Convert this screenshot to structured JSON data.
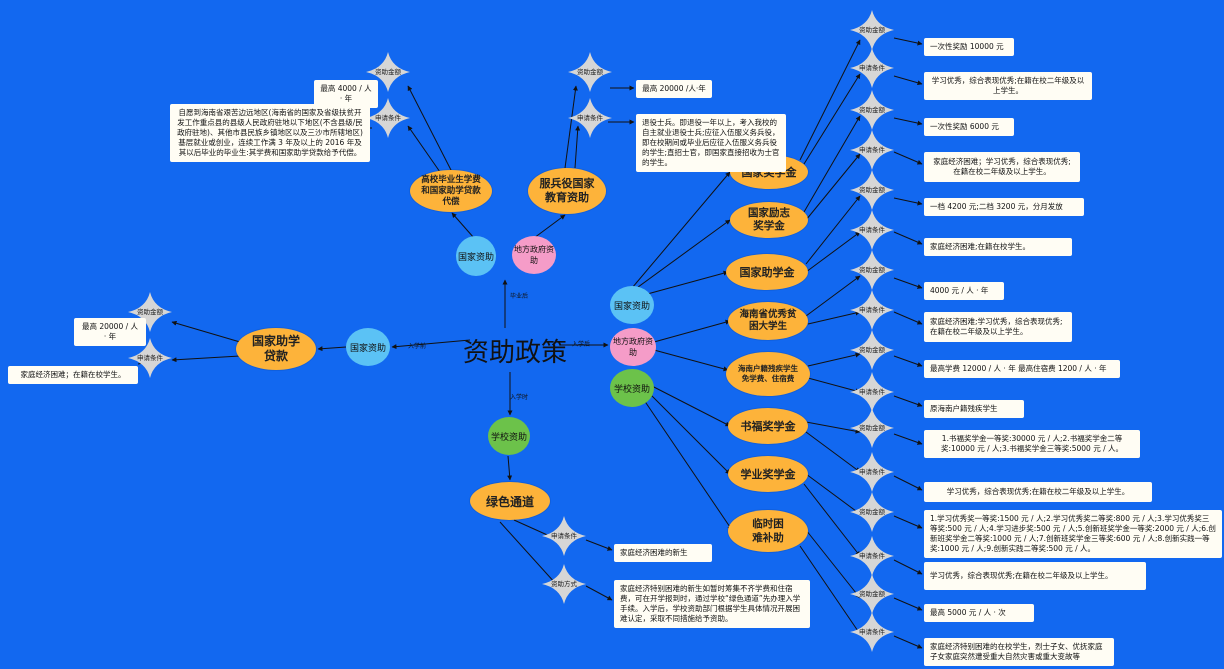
{
  "center": "资助政策",
  "edge_labels": {
    "e1": "毕业后",
    "e2": "入学前",
    "e3": "入学时",
    "e4": "入学后"
  },
  "categories": {
    "guojia_top": "国家资助",
    "difang_top": "地方政府资助",
    "guojia_left": "国家资助",
    "xuexiao_bottom": "学校资助",
    "guojia_right": "国家资助",
    "difang_right": "地方政府资助",
    "xuexiao_right": "学校资助"
  },
  "programs": {
    "gaoxiao": "高校毕业生学费和国家助学贷款代偿",
    "fubing": "服兵役国家教育资助",
    "daikuan": "国家助学贷款",
    "lvse": "绿色通道",
    "jiangxue": "国家奖学金",
    "lizhi": "国家励志奖学金",
    "zhuxue": "国家助学金",
    "hainan": "海南省优秀贫困大学生",
    "canji": "海南户籍残疾学生免学费、住宿费",
    "shufu": "书福奖学金",
    "xueye": "学业奖学金",
    "linshi": "临时困难补助"
  },
  "tags": {
    "amount": "资助金额",
    "condition": "申请条件",
    "method": "资助方式"
  },
  "details": {
    "gaoxiao_amount": "最高 4000 / 人 · 年",
    "gaoxiao_condition": "自愿到海南省艰苦边远地区(海南省的国家及省级扶贫开发工作重点县的县级人民政府驻地以下地区(不含县级/民政府驻地)、其他市县民族乡镇地区以及三沙市所辖地区)基层就业或创业，连续工作满 3 年及以上的 2016 年及其以后毕业的毕业生:其学费和国家助学贷款给予代偿。",
    "fubing_amount": "最高 20000 /人·年",
    "fubing_condition": "退役士兵。即退役一年以上，考入我校的自主就业退役士兵;应征入伍服义务兵役，即在校期间或毕业后应征入伍服义务兵役的学生;直招士官，即国家直接招收为士官的学生。",
    "daikuan_amount": "最高 20000 / 人 · 年",
    "daikuan_condition": "家庭经济困难；在籍在校学生。",
    "jiangxue_amount": "一次性奖励 10000 元",
    "jiangxue_condition": "学习优秀，综合表现优秀;在籍在校二年级及以上学生。",
    "lizhi_amount": "一次性奖励 6000 元",
    "lizhi_condition": "家庭经济困难；学习优秀，综合表现优秀;在籍在校二年级及以上学生。",
    "zhuxue_amount": "一档 4200 元;二档 3200 元，分月发放",
    "zhuxue_condition": "家庭经济困难;在籍在校学生。",
    "hainan_amount": "4000 元 / 人 · 年",
    "hainan_condition": "家庭经济困难;学习优秀，综合表现优秀;在籍在校二年级及以上学生。",
    "canji_amount": "最高学费 12000 / 人 · 年 最高住宿费 1200 / 人 · 年",
    "canji_condition": "原海南户籍残疾学生",
    "shufu_amount": "1.书福奖学金一等奖:30000 元 / 人;2.书福奖学金二等奖:10000 元 / 人;3.书福奖学金三等奖:5000 元 / 人。",
    "shufu_condition": "学习优秀，综合表现优秀;在籍在校二年级及以上学生。",
    "xueye_amount": "1.学习优秀奖一等奖:1500 元 / 人;2.学习优秀奖二等奖:800 元 / 人;3.学习优秀奖三等奖:500 元 / 人;4.学习进步奖:500 元 / 人;5.创新班奖学金一等奖:2000 元 / 人;6.创新班奖学金二等奖:1000 元 / 人;7.创新班奖学金三等奖:600 元 / 人;8.创新实践一等奖:1000 元 / 人;9.创新实践二等奖:500 元 / 人。",
    "xueye_condition": "学习优秀，综合表现优秀;在籍在校二年级及以上学生。",
    "linshi_amount": "最高 5000 元 / 人 · 次",
    "linshi_condition": "家庭经济特别困难的在校学生，烈士子女、优抚家庭子女家庭突然遭受重大自然灾害或重大变故等",
    "lvse_condition": "家庭经济困难的新生",
    "lvse_method": "家庭经济特别困难的新生如暂时筹集不齐学费和住宿费，可在开学报到时，通过学校“绿色通道”先办理入学手续。入学后，学校资助部门根据学生具体情况开展困难认定，采取不同措施给予资助。"
  },
  "colors": {
    "background": "#1268f0",
    "program": "#fdb33a",
    "guojia": "#5bc2f5",
    "difang": "#f59cc8",
    "xuexiao": "#6cc24a",
    "tag": "#d6d6d6",
    "detail_box": "#fffdf4"
  }
}
